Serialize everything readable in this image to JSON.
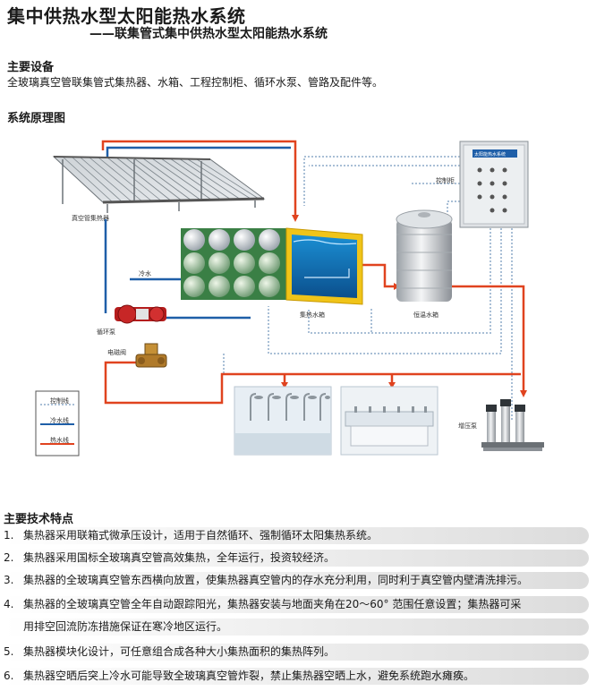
{
  "title": "集中供热水型太阳能热水系统",
  "subtitle": "——联集管式集中供热水型太阳能热水系统",
  "equipment": {
    "heading": "主要设备",
    "text": "全玻璃真空管联集管式集热器、水箱、工程控制柜、循环水泵、管路及配件等。"
  },
  "diagram": {
    "heading": "系统原理图",
    "labels": {
      "collector": "真空管集热器",
      "control_cabinet": "控制柜",
      "cabinet_plate": "太阳能热水系统",
      "cold_water_in": "冷水",
      "pump": "循环泵",
      "solenoid_valve": "电磁阀",
      "storage_tank": "集热水箱",
      "heat_tank": "恒温水箱",
      "booster_pump": "增压泵"
    },
    "legend": [
      {
        "label": "控制线",
        "color": "#a9bfd6",
        "style": "dotted"
      },
      {
        "label": "冷水线",
        "color": "#1f5fa8",
        "style": "solid"
      },
      {
        "label": "热水线",
        "color": "#e0431f",
        "style": "solid"
      }
    ]
  },
  "features": {
    "heading": "主要技术特点",
    "items": [
      {
        "num": "1.",
        "lines": [
          "集热器采用联箱式微承压设计，适用于自然循环、强制循环太阳集热系统。"
        ]
      },
      {
        "num": "2.",
        "lines": [
          "集热器采用国标全玻璃真空管高效集热，全年运行，投资较经济。"
        ]
      },
      {
        "num": "3.",
        "lines": [
          "集热器的全玻璃真空管东西横向放置，使集热器真空管内的存水充分利用，同时利于真空管内壁清洗排污。"
        ]
      },
      {
        "num": "4.",
        "lines": [
          "集热器的全玻璃真空管全年自动跟踪阳光，集热器安装与地面夹角在20～60°  范围任意设置；集热器可采",
          "用排空回流防冻措施保证在寒冷地区运行。"
        ]
      },
      {
        "num": "5.",
        "lines": [
          "集热器模块化设计，可任意组合成各种大小集热面积的集热阵列。"
        ]
      },
      {
        "num": "6.",
        "lines": [
          "集热器空晒后突上冷水可能导致全玻璃真空管炸裂，禁止集热器空晒上水，避免系统跑水瘫痪。"
        ]
      }
    ]
  }
}
